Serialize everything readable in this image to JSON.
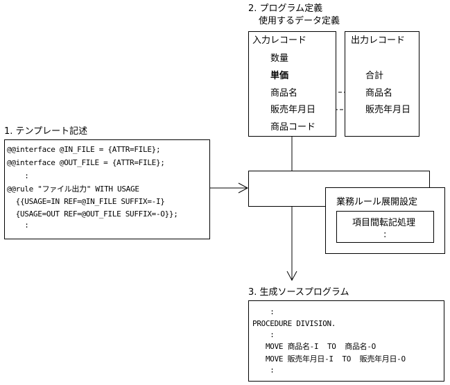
{
  "section2": {
    "title": "2. プログラム定義",
    "subtitle": "使用するデータ定義",
    "input_record": {
      "label": "入力レコード",
      "fields": [
        "数量",
        "単価",
        "商品名",
        "販売年月日",
        "商品コード"
      ]
    },
    "output_record": {
      "label": "出力レコード",
      "fields": [
        "合計",
        "商品名",
        "販売年月日"
      ]
    }
  },
  "section1": {
    "title": "1. テンプレート記述",
    "code_lines": [
      "@@interface @IN_FILE = {ATTR=FILE};",
      "@@interface @OUT_FILE = {ATTR=FILE};",
      "    :",
      "@@rule \"ファイル出力\" WITH USAGE",
      "  {{USAGE=IN REF=@IN_FILE SUFFIX=-I}",
      "  {USAGE=OUT REF=@OUT_FILE SUFFIX=-O}};",
      "    :"
    ]
  },
  "rule_settings": {
    "title": "業務ルール展開設定",
    "inner_label": "項目間転記処理",
    "ellipsis": ":"
  },
  "section3": {
    "title": "3. 生成ソースプログラム",
    "code_lines": [
      "    :",
      "PROCEDURE DIVISION.",
      "    :",
      "   MOVE 商品名-I  TO  商品名-O",
      "   MOVE 販売年月日-I  TO  販売年月日-O",
      "    :"
    ]
  }
}
